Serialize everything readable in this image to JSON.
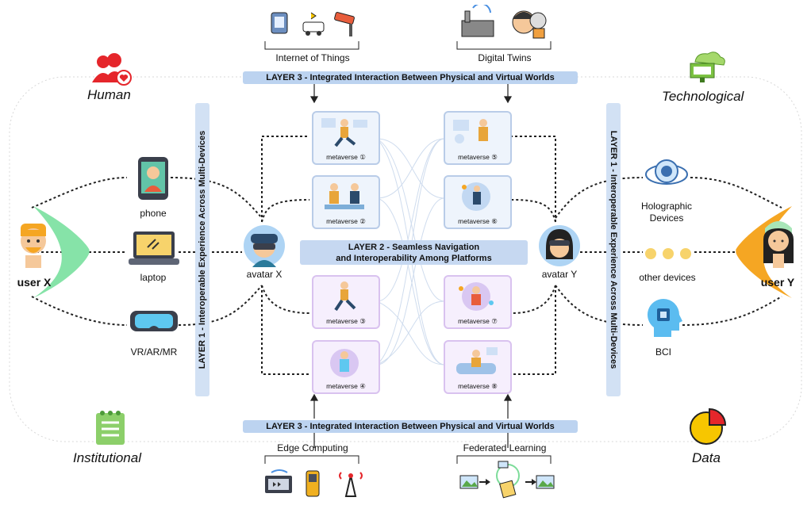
{
  "top_icons": {
    "left_label": "Internet of Things",
    "right_label": "Digital Twins"
  },
  "bottom_icons": {
    "left_label": "Edge Computing",
    "right_label": "Federated Learning"
  },
  "layer3_top": "LAYER 3 - Integrated Interaction Between Physical and Virtual Worlds",
  "layer3_bottom": "LAYER 3 - Integrated Interaction Between Physical and Virtual Worlds",
  "layer2": {
    "line1": "LAYER 2 - Seamless  Navigation",
    "line2": "and Interoperability Among Platforms"
  },
  "layer1_left": "LAYER 1 - Interoperable Experience Across Multi-Devices",
  "layer1_right": "LAYER 1 - Interoperable Experience Across Multi-Devices",
  "corners": {
    "top_left": "Human",
    "top_right": "Technological",
    "bottom_left": "Institutional",
    "bottom_right": "Data"
  },
  "users": {
    "left": "user X",
    "right": "user Y"
  },
  "avatars": {
    "left": "avatar X",
    "right": "avatar Y"
  },
  "left_devices": [
    "phone",
    "laptop",
    "VR/AR/MR"
  ],
  "right_devices": [
    "Holographic\nDevices",
    "other devices",
    "BCI"
  ],
  "metaverses": [
    "metaverse ①",
    "metaverse ②",
    "metaverse ③",
    "metaverse ④",
    "metaverse ⑤",
    "metaverse ⑥",
    "metaverse ⑦",
    "metaverse ⑧"
  ],
  "colors": {
    "banner": "#bcd3f0",
    "accent_green": "#7ddc9a",
    "accent_orange": "#f5a623",
    "human_red": "#e5262b",
    "data_yellow": "#f7c600"
  }
}
